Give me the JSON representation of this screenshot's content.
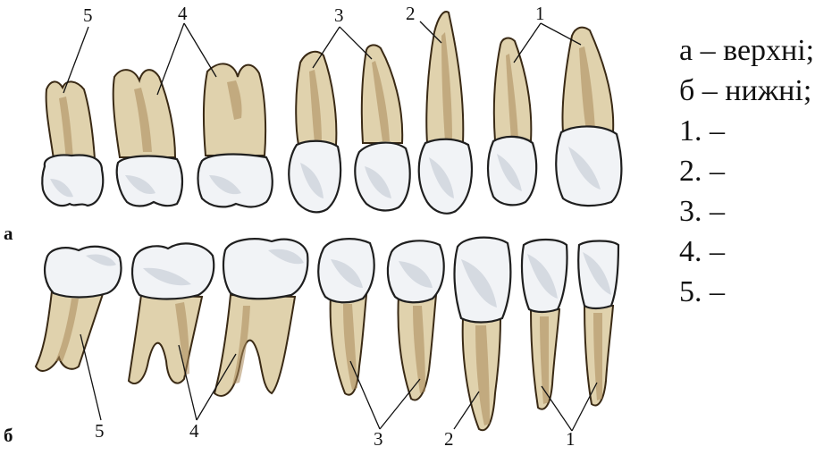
{
  "rows": {
    "upper": "а",
    "lower": "б"
  },
  "upper_numbers": [
    "5",
    "4",
    "3",
    "2",
    "1"
  ],
  "lower_numbers": [
    "5",
    "4",
    "3",
    "2",
    "1"
  ],
  "legend": [
    "а – верхні;",
    "б – нижні;",
    "1. –",
    "2. –",
    "3. –",
    "4. –",
    "5. –"
  ]
}
